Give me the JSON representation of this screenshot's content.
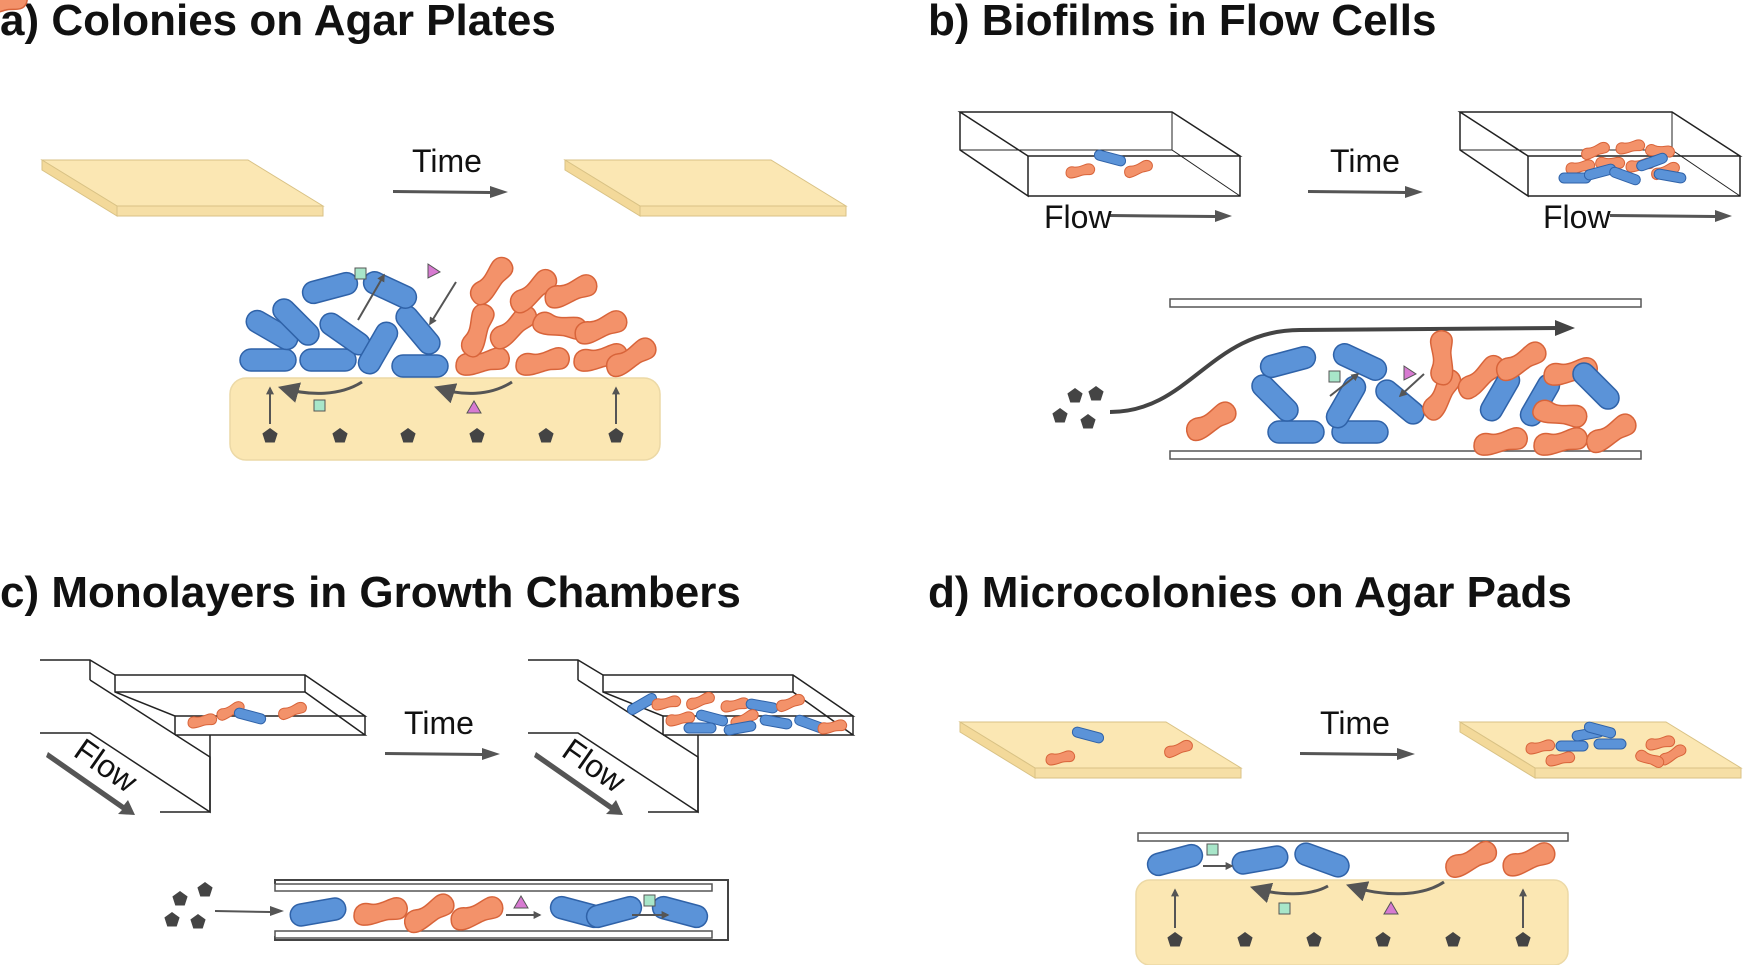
{
  "panels": {
    "a": {
      "title": "a) Colonies on Agar Plates",
      "time_label": "Time"
    },
    "b": {
      "title": "b) Biofilms in Flow Cells",
      "time_label": "Time",
      "flow_label_1": "Flow",
      "flow_label_2": "Flow"
    },
    "c": {
      "title": "c) Monolayers in Growth Chambers",
      "time_label": "Time",
      "flow_label_1": "Flow",
      "flow_label_2": "Flow"
    },
    "d": {
      "title": "d) Microcolonies on Agar Pads",
      "time_label": "Time"
    }
  },
  "colors": {
    "blue_cell": "#5b93d8",
    "blue_stroke": "#2f62a8",
    "orange_cell": "#f3926a",
    "orange_stroke": "#d8643a",
    "agar": "#fbe7b3",
    "agar_stroke": "#e6cf96",
    "arrow": "#555555",
    "nutrient": "#444444",
    "square_signal": "#a8e6c9",
    "triangle_signal": "#d77ad1"
  }
}
